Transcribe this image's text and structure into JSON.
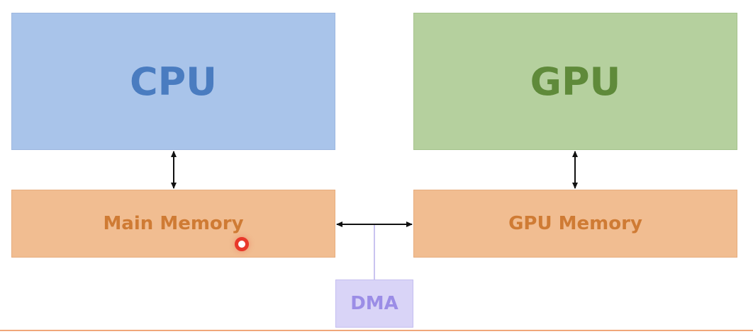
{
  "diagram": {
    "nodes": {
      "cpu": {
        "label": "CPU"
      },
      "gpu": {
        "label": "GPU"
      },
      "main_memory": {
        "label": "Main Memory"
      },
      "gpu_memory": {
        "label": "GPU Memory"
      },
      "dma": {
        "label": "DMA"
      }
    },
    "edges": [
      {
        "from": "CPU",
        "to": "Main Memory",
        "direction": "bidirectional"
      },
      {
        "from": "GPU",
        "to": "GPU Memory",
        "direction": "bidirectional"
      },
      {
        "from": "Main Memory",
        "to": "GPU Memory",
        "direction": "bidirectional"
      },
      {
        "from": "DMA",
        "to": "Main Memory–GPU Memory link",
        "direction": "none"
      }
    ]
  },
  "colors": {
    "cpu_fill": "#a9c4ea",
    "cpu_text": "#4a7cc0",
    "gpu_fill": "#b5d09e",
    "gpu_text": "#5f8a3a",
    "memory_fill": "#f1bd91",
    "memory_text": "#cf7b34",
    "dma_fill": "#d9d4f7",
    "dma_text": "#9b8de6",
    "cursor": "#e8382a"
  }
}
